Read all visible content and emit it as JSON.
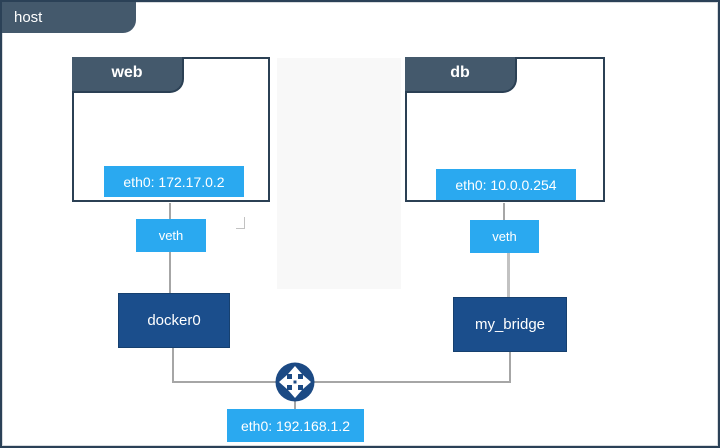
{
  "diagram": {
    "host_label": "host",
    "web_container": {
      "title": "web",
      "eth_label": "eth0: 172.17.0.2"
    },
    "db_container": {
      "title": "db",
      "eth_label": "eth0: 10.0.0.254"
    },
    "left_veth_label": "veth",
    "right_veth_label": "veth",
    "left_bridge_label": "docker0",
    "right_bridge_label": "my_bridge",
    "host_eth_label": "eth0: 192.168.1.2",
    "router_icon": "crossed-arrows-router-icon"
  },
  "colors": {
    "tab_slate": "#44596c",
    "frame_border": "#2b4157",
    "container_border": "#2b4054",
    "accent_blue": "#2aa9f0",
    "dark_blue": "#1b4e8c",
    "router_navy": "#1c4a84",
    "connector_gray": "#a6a6a6",
    "watermark_gray": "#f8f8f8"
  }
}
